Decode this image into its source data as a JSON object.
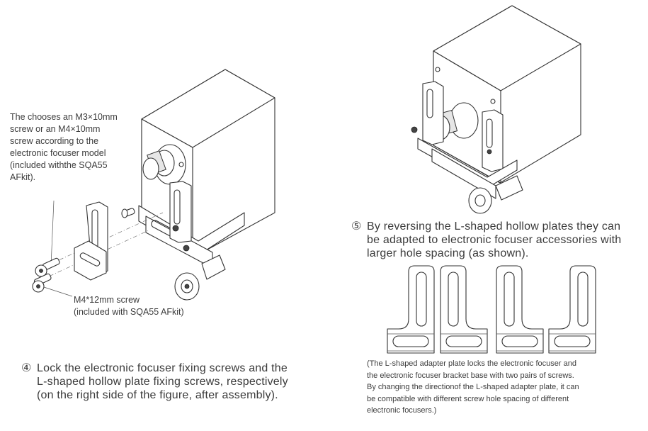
{
  "left_panel": {
    "screw_note_lines": [
      "The chooses an M3×10mm",
      "screw or an M4×10mm",
      "screw according to the",
      "electronic focuser model",
      "(included withthe SQA55",
      "AFkit)."
    ],
    "m4_note_lines": [
      "M4*12mm screw",
      "(included with SQA55 AFkit)"
    ],
    "step4": {
      "number": "④",
      "lines": [
        "Lock the electronic focuser fixing screws and the",
        "L-shaped hollow plate fixing screws, respectively",
        "(on the right side of the figure, after assembly)."
      ]
    }
  },
  "right_panel": {
    "step5": {
      "number": "⑤",
      "lines": [
        "By reversing the L-shaped hollow plates they can",
        "be adapted to electronic focuser accessories with",
        "larger hole spacing (as shown)."
      ]
    },
    "caption_lines": [
      "(The L-shaped adapter plate locks the electronic focuser and",
      "the electronic focuser bracket base with two pairs of screws.",
      "By changing the directionof the L-shaped adapter plate, it can",
      "be compatible with different screw hole spacing of different",
      "electronic focusers.)"
    ]
  },
  "figures": {
    "exploded_view": "focuser-exploded-assembly-drawing",
    "assembled_view": "focuser-assembled-drawing",
    "plates_view": "l-plate-orientations-drawing"
  }
}
